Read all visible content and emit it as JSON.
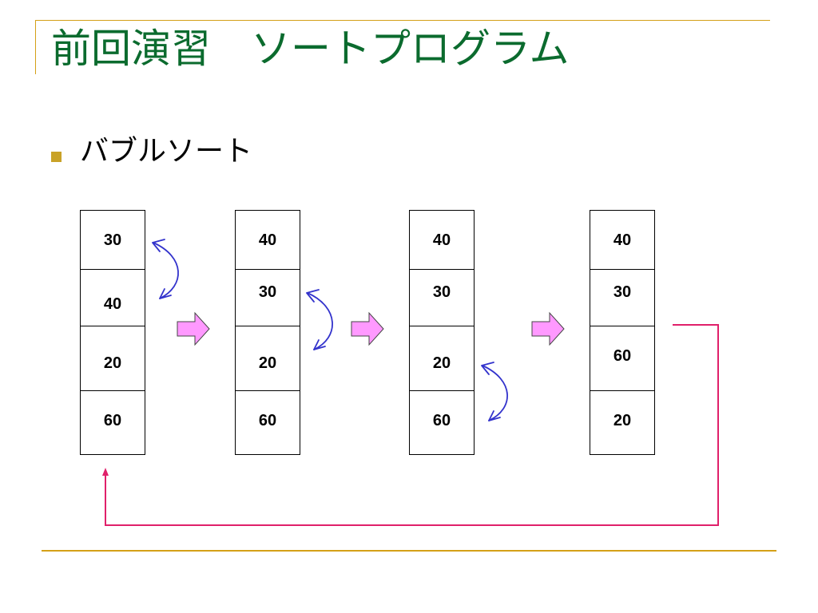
{
  "slide": {
    "title": "前回演習　ソートプログラム",
    "bullet": "バブルソート"
  },
  "colors": {
    "title": "#0b6b2e",
    "rule": "#d4a017",
    "bullet": "#c9a227",
    "swap_arrow": "#3333cc",
    "step_arrow_fill": "#ff99ff",
    "loop_line": "#e0206a"
  },
  "columns": [
    {
      "values": [
        "30",
        "40",
        "20",
        "60"
      ]
    },
    {
      "values": [
        "40",
        "30",
        "20",
        "60"
      ]
    },
    {
      "values": [
        "40",
        "30",
        "20",
        "60"
      ]
    },
    {
      "values": [
        "40",
        "30",
        "60",
        "20"
      ]
    }
  ]
}
